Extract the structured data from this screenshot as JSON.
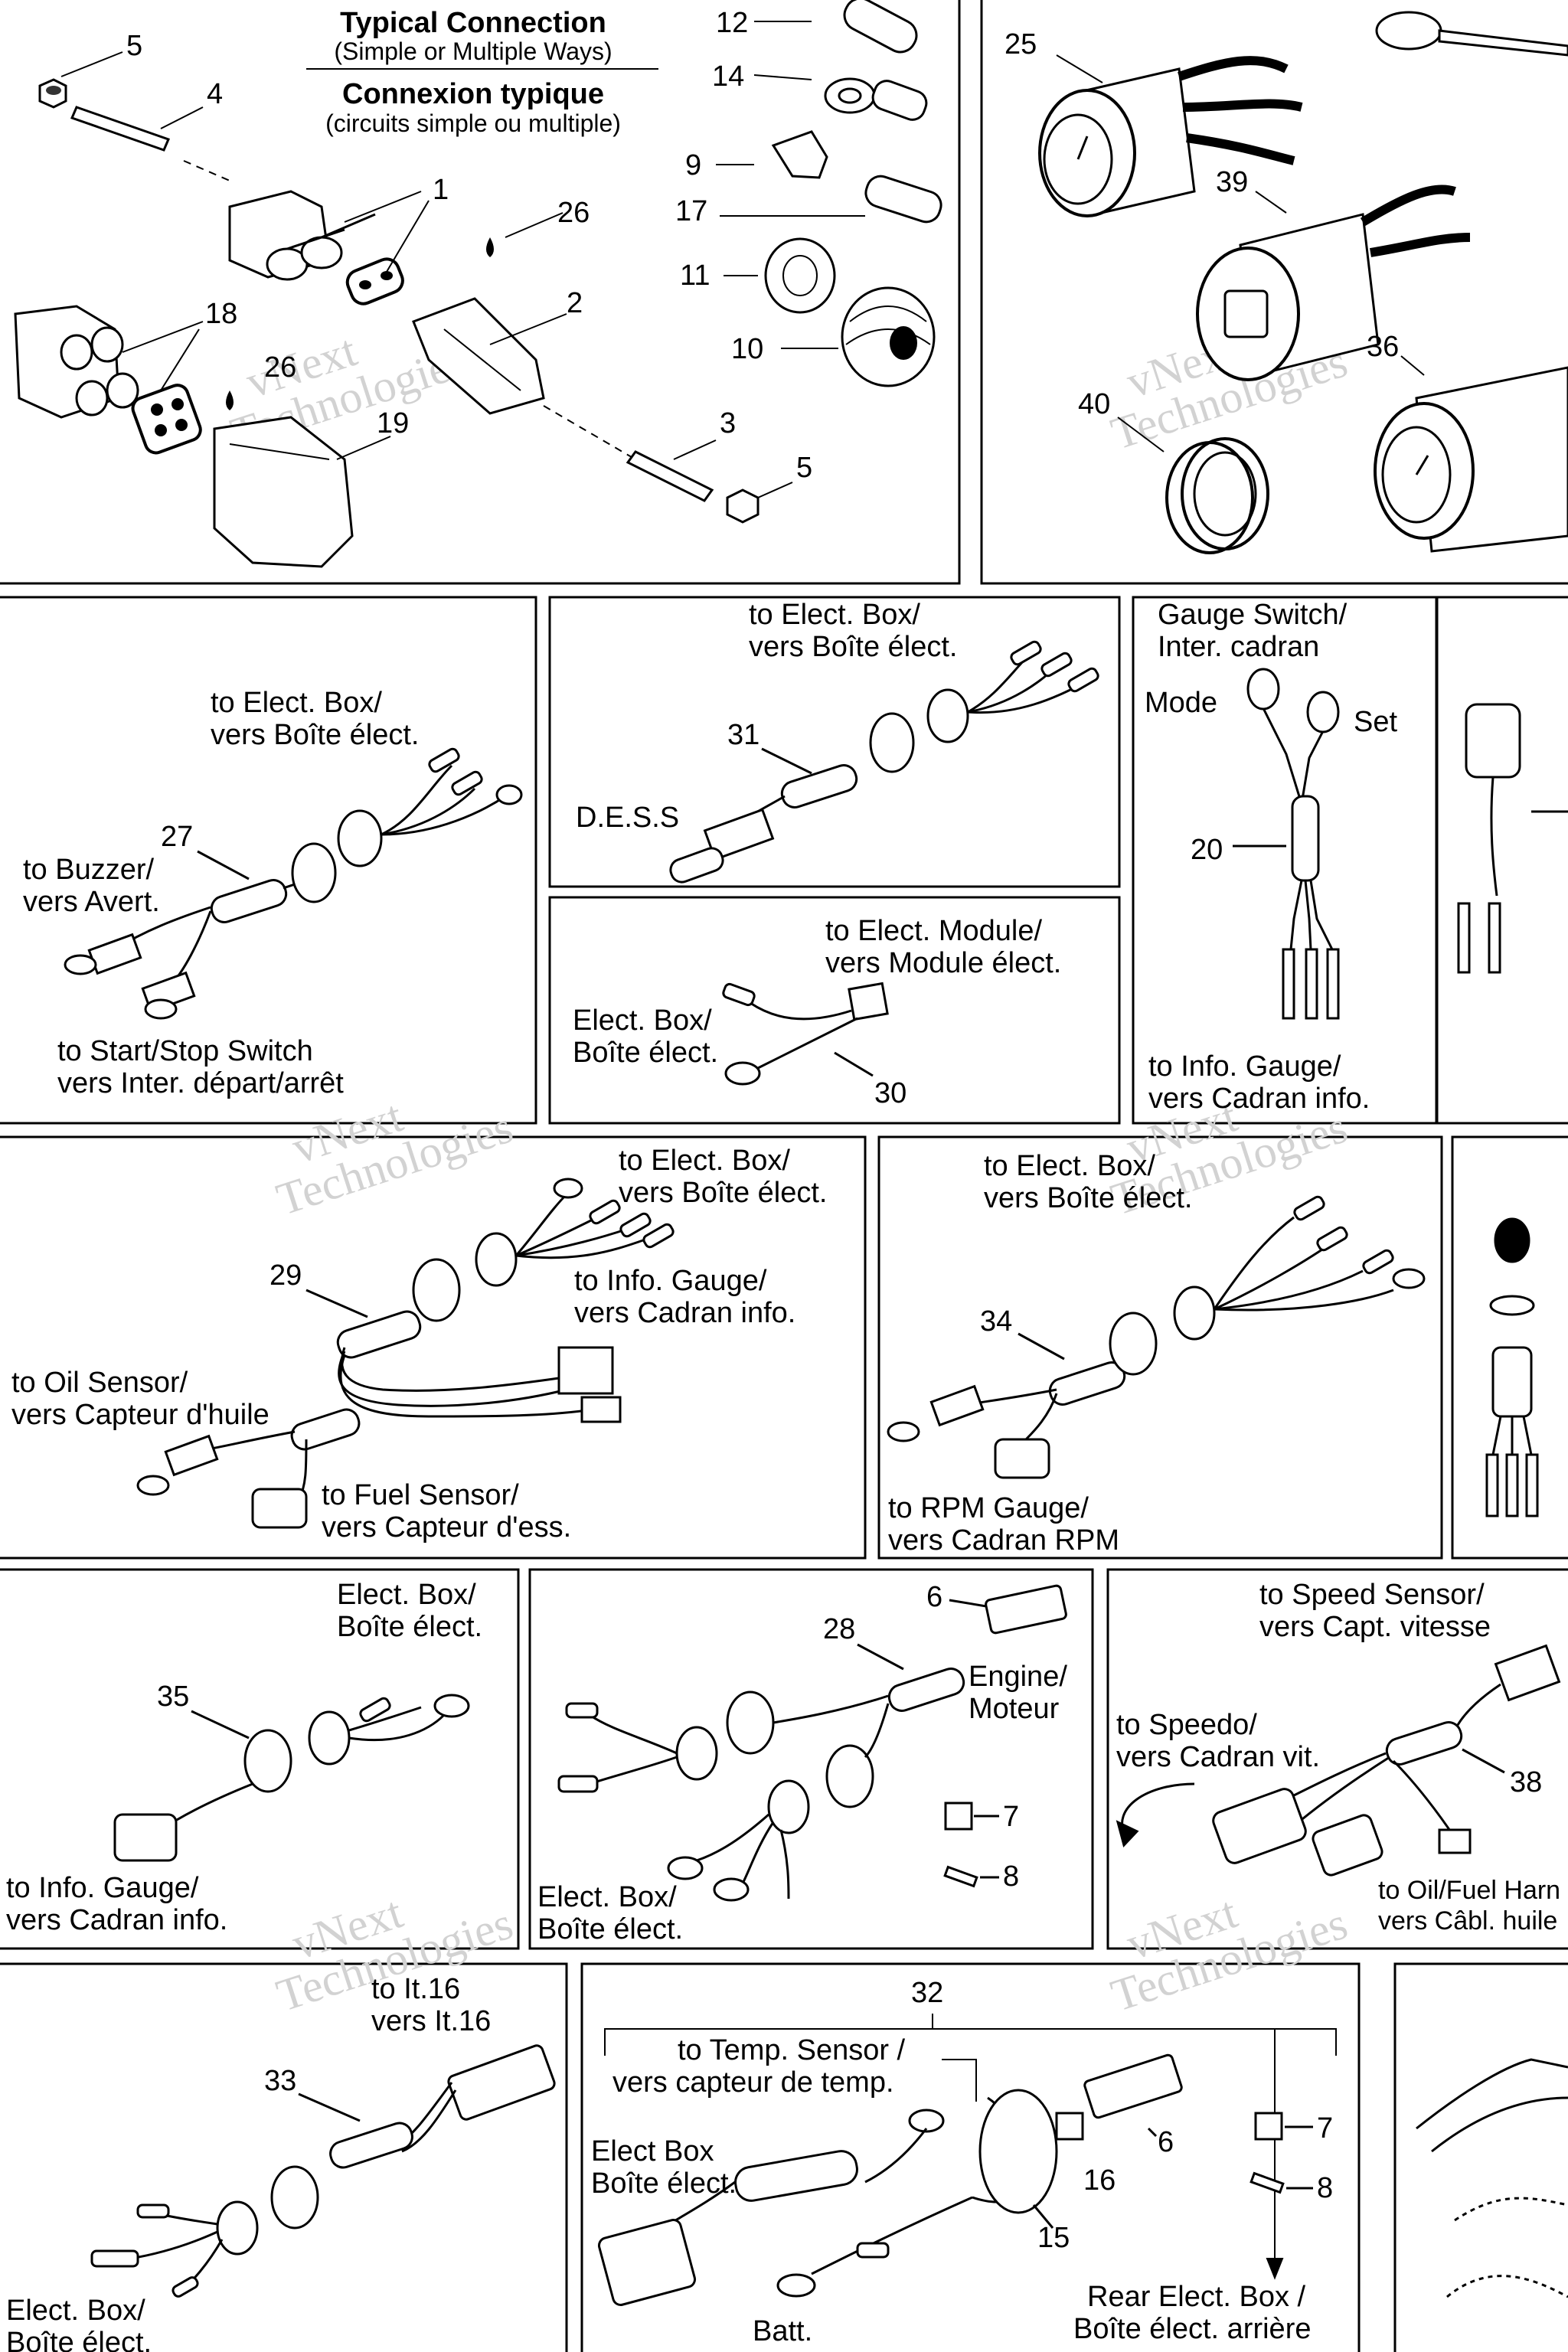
{
  "header": {
    "title_en": "Typical Connection",
    "subtitle_en": "(Simple or Multiple Ways)",
    "title_fr": "Connexion typique",
    "subtitle_fr": "(circuits simple ou multiple)"
  },
  "watermark": {
    "line1": "vNext",
    "line2": "Technologies"
  },
  "panels": {
    "typical": {
      "callouts": [
        "5",
        "4",
        "1",
        "26",
        "2",
        "18",
        "26",
        "19",
        "3",
        "5"
      ]
    },
    "parts": {
      "callouts": [
        "12",
        "14",
        "9",
        "17",
        "11",
        "10"
      ]
    },
    "gauges": {
      "callouts": [
        "25",
        "39",
        "36",
        "40"
      ]
    },
    "p27": {
      "num": "27",
      "to_elect_en": "to Elect. Box/",
      "to_elect_fr": "vers Boîte élect.",
      "buzzer_en": "to Buzzer/",
      "buzzer_fr": "vers Avert.",
      "start_en": "to Start/Stop Switch",
      "start_fr": "vers Inter. départ/arrêt"
    },
    "p31": {
      "num": "31",
      "to_elect_en": "to Elect. Box/",
      "to_elect_fr": "vers Boîte élect.",
      "dess": "D.E.S.S"
    },
    "p30": {
      "num": "30",
      "module_en": "to Elect. Module/",
      "module_fr": "vers Module élect.",
      "box_en": "Elect. Box/",
      "box_fr": "Boîte élect."
    },
    "p20": {
      "num": "20",
      "title_en": "Gauge Switch/",
      "title_fr": "Inter. cadran",
      "mode": "Mode",
      "set": "Set",
      "info_en": "to Info. Gauge/",
      "info_fr": "vers Cadran info."
    },
    "p29": {
      "num": "29",
      "to_elect_en": "to Elect. Box/",
      "to_elect_fr": "vers Boîte élect.",
      "info_en": "to Info. Gauge/",
      "info_fr": "vers Cadran info.",
      "oil_en": "to Oil Sensor/",
      "oil_fr": "vers Capteur d'huile",
      "fuel_en": "to Fuel Sensor/",
      "fuel_fr": "vers Capteur d'ess."
    },
    "p34": {
      "num": "34",
      "to_elect_en": "to Elect. Box/",
      "to_elect_fr": "vers Boîte élect.",
      "rpm_en": "to RPM Gauge/",
      "rpm_fr": "vers Cadran RPM"
    },
    "p35": {
      "num": "35",
      "box_en": "Elect. Box/",
      "box_fr": "Boîte élect.",
      "info_en": "to Info. Gauge/",
      "info_fr": "vers Cadran info."
    },
    "p28": {
      "num": "28",
      "six": "6",
      "seven": "7",
      "eight": "8",
      "engine_en": "Engine/",
      "engine_fr": "Moteur",
      "box_en": "Elect. Box/",
      "box_fr": "Boîte élect."
    },
    "p38": {
      "num": "38",
      "speed_en": "to Speed Sensor/",
      "speed_fr": "vers Capt. vitesse",
      "speedo_en": "to Speedo/",
      "speedo_fr": "vers Cadran vit.",
      "oil_en": "to Oil/Fuel Harn",
      "oil_fr": "vers Câbl. huile"
    },
    "p33": {
      "num": "33",
      "it_en": "to It.16",
      "it_fr": "vers It.16",
      "box_en": "Elect. Box/",
      "box_fr": "Boîte élect."
    },
    "p32": {
      "num": "32",
      "temp_en": "to Temp. Sensor /",
      "temp_fr": "vers capteur de temp.",
      "box_en": "Elect Box",
      "box_fr": "Boîte élect.",
      "batt": "Batt.",
      "rear_en": "Rear Elect. Box /",
      "rear_fr": "Boîte élect. arrière",
      "n6": "6",
      "n7": "7",
      "n8": "8",
      "n15": "15",
      "n16": "16"
    }
  }
}
